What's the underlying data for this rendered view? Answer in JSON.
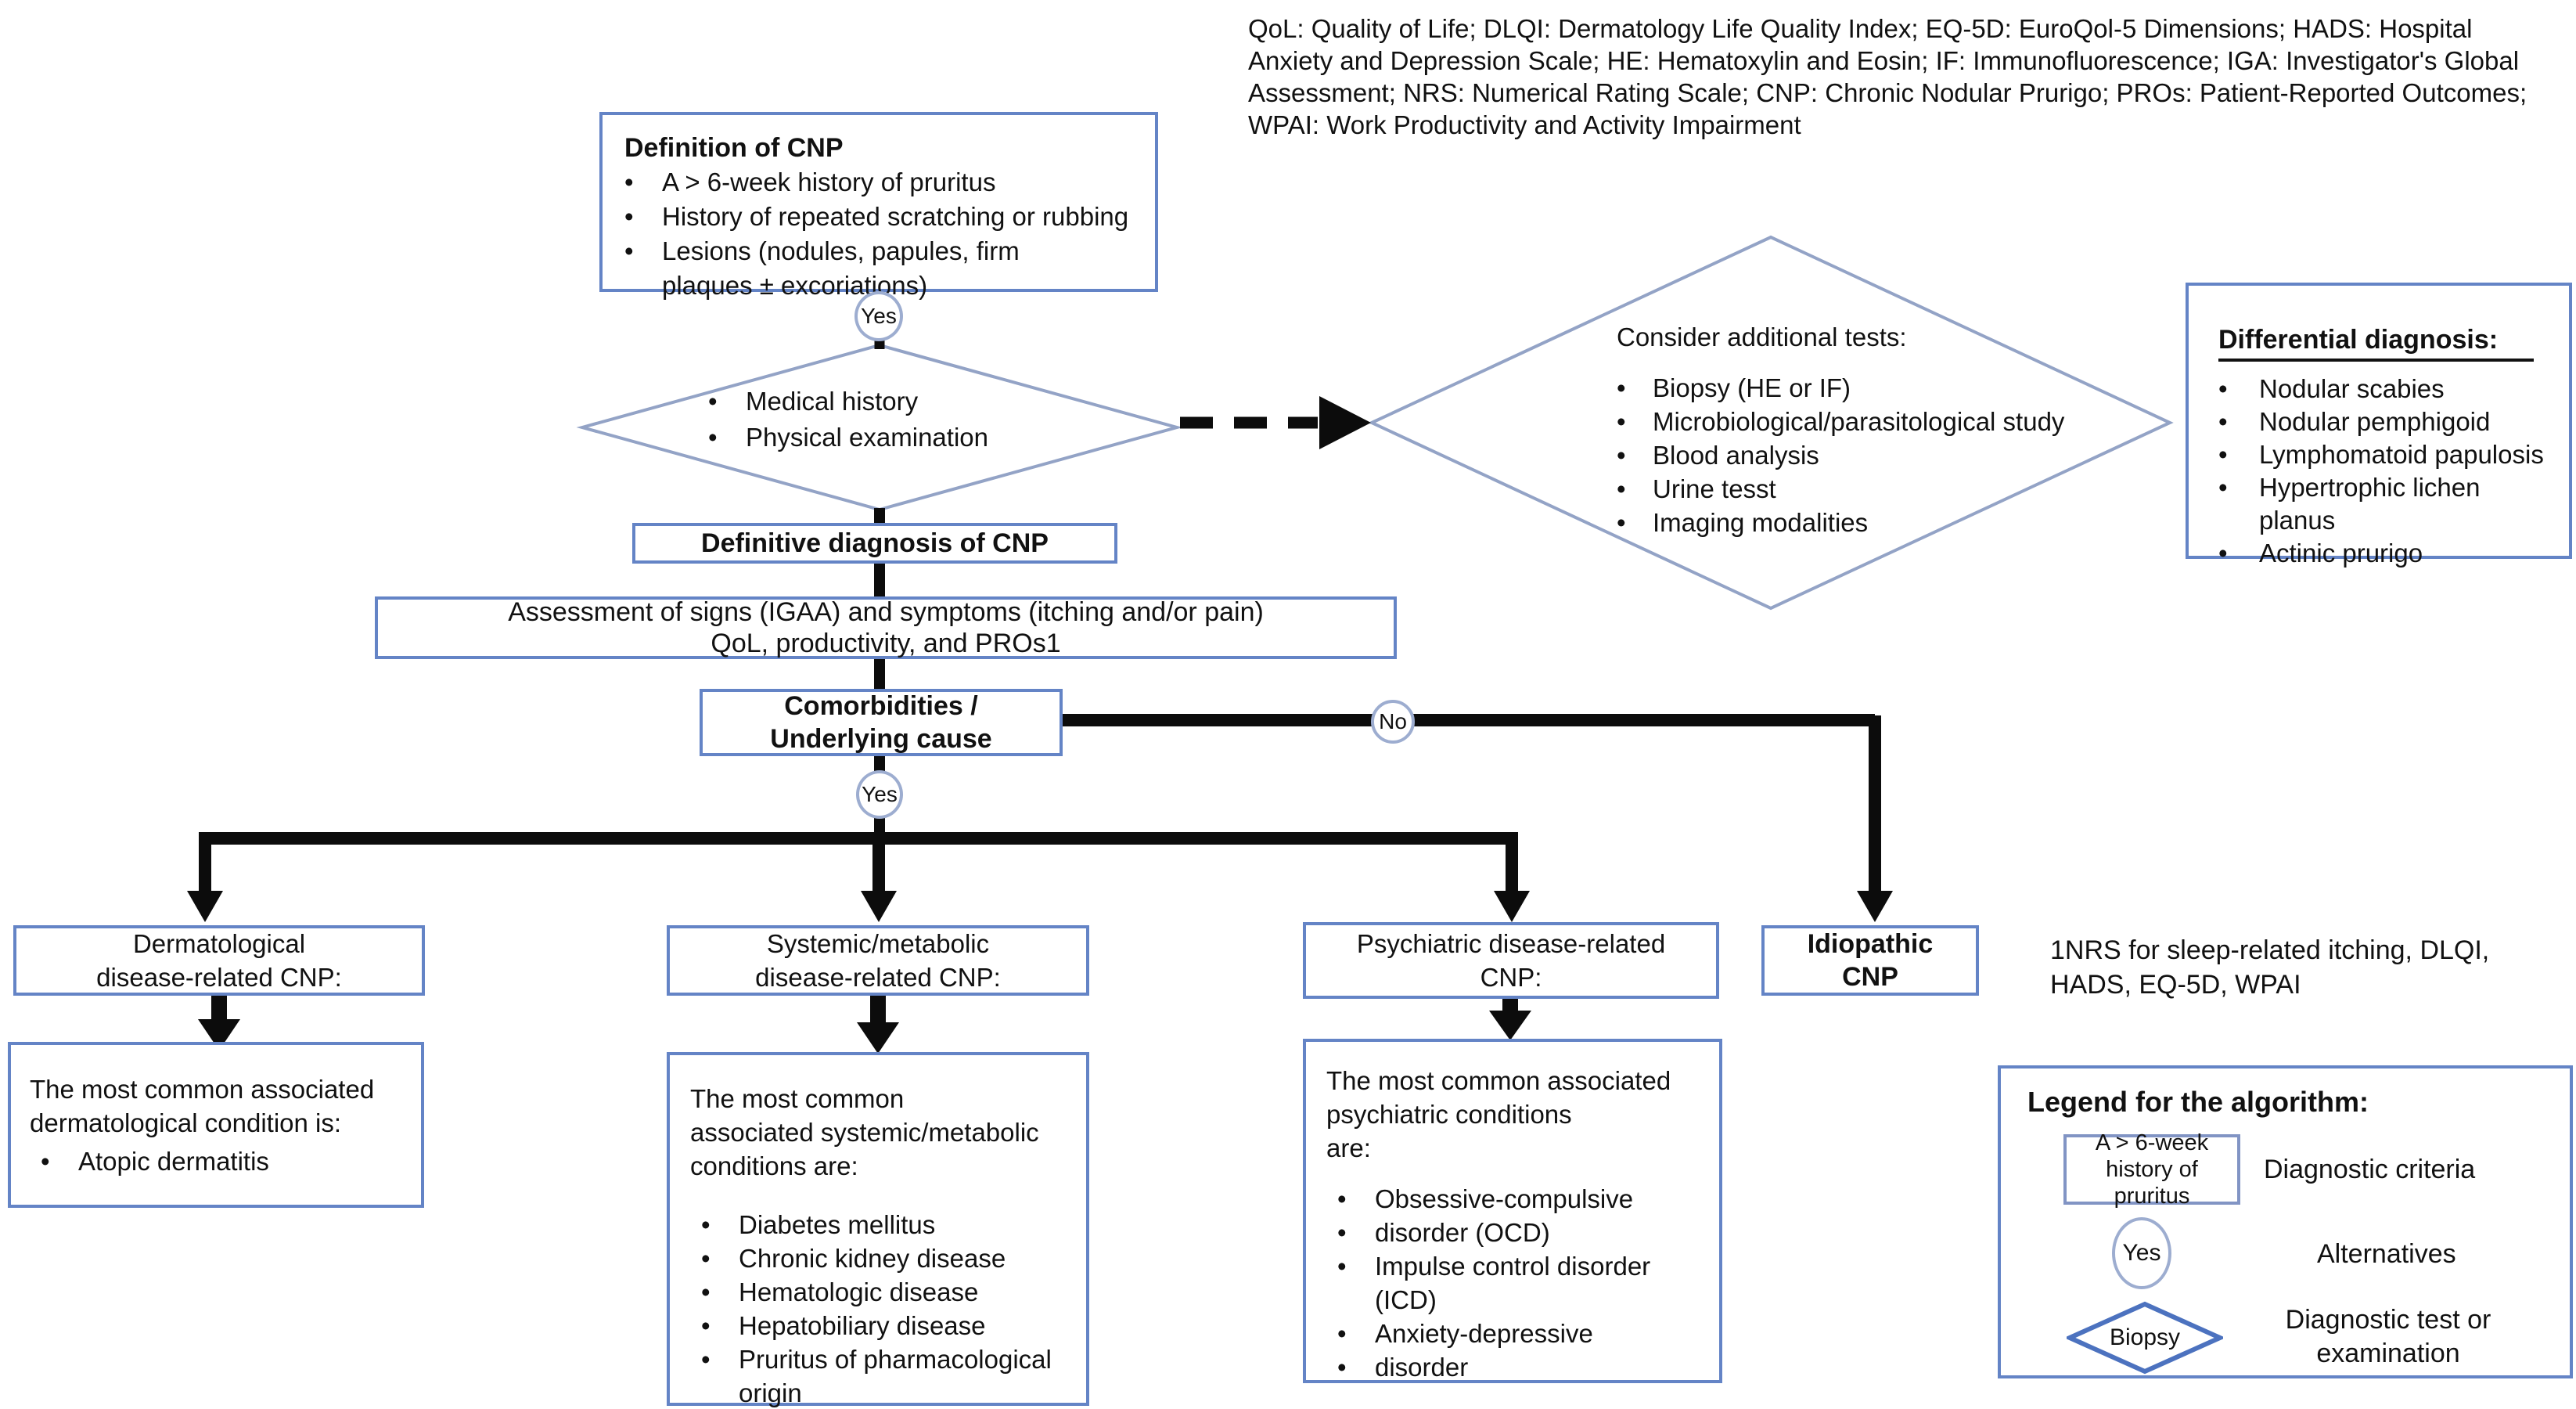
{
  "abbreviations": "QoL: Quality of Life; DLQI: Dermatology Life Quality Index; EQ-5D: EuroQol-5 Dimensions; HADS: Hospital Anxiety and Depression Scale; HE: Hematoxylin and Eosin; IF: Immunofluorescence; IGA: Investigator's Global Assessment; NRS: Numerical Rating Scale; CNP: Chronic Nodular Prurigo; PROs: Patient-Reported Outcomes; WPAI: Work Productivity and Activity Impairment",
  "definition": {
    "title": "Definition of CNP",
    "items": [
      "A > 6-week history of pruritus",
      "History of repeated scratching or rubbing",
      "Lesions (nodules, papules, firm\nplaques ± excoriations)"
    ]
  },
  "connectors": {
    "yes1": "Yes",
    "yes2": "Yes",
    "no": "No"
  },
  "history_diamond": {
    "items": [
      "Medical history",
      "Physical examination"
    ]
  },
  "tests_diamond": {
    "title": "Consider additional tests:",
    "items": [
      "Biopsy (HE or IF)",
      "Microbiological/parasitological study",
      "Blood analysis",
      "Urine tesst",
      "Imaging modalities"
    ]
  },
  "differential": {
    "title": "Differential diagnosis:",
    "items": [
      "Nodular scabies",
      "Nodular pemphigoid",
      "Lymphomatoid papulosis",
      "Hypertrophic lichen planus",
      "Actinic prurigo"
    ]
  },
  "definitive": "Definitive diagnosis of CNP",
  "assessment": "Assessment of signs (IGAA) and symptoms (itching and/or pain)\nQoL, productivity, and PROs1",
  "comorbidities": "Comorbidities /\nUnderlying cause",
  "branches": {
    "dermatological": {
      "title": "Dermatological\ndisease-related CNP:",
      "detail_intro": "The most common associated\ndermatological condition is:",
      "detail_items": [
        "Atopic dermatitis"
      ]
    },
    "systemic": {
      "title": "Systemic/metabolic\ndisease-related CNP:",
      "detail_intro": "The most common\nassociated systemic/metabolic\nconditions are:",
      "detail_items": [
        "Diabetes mellitus",
        "Chronic kidney disease",
        "Hematologic disease",
        "Hepatobiliary disease",
        "Pruritus of pharmacological\norigin"
      ]
    },
    "psychiatric": {
      "title": "Psychiatric disease-related\nCNP:",
      "detail_intro": "The most common associated\npsychiatric conditions\nare:",
      "detail_items": [
        "Obsessive-compulsive",
        "disorder (OCD)",
        "Impulse control disorder (ICD)",
        "Anxiety-depressive",
        "disorder"
      ]
    },
    "idiopathic": {
      "title": "Idiopathic\nCNP"
    }
  },
  "footnote": "1NRS for sleep-related itching, DLQI,\nHADS, EQ-5D, WPAI",
  "legend": {
    "title": "Legend for the algorithm:",
    "rect_sample": "A > 6-week\nhistory of pruritus",
    "rect_desc": "Diagnostic criteria",
    "circle_sample": "Yes",
    "circle_desc": "Alternatives",
    "diamond_sample": "Biopsy",
    "diamond_desc": "Diagnostic test or\nexamination"
  },
  "colors": {
    "box_border": "#6484c6",
    "diamond_stroke": "#93a3c6",
    "circle_border": "#9dadd0",
    "legend_diamond_stroke": "#4c72bf",
    "line": "#0c0c0c"
  }
}
